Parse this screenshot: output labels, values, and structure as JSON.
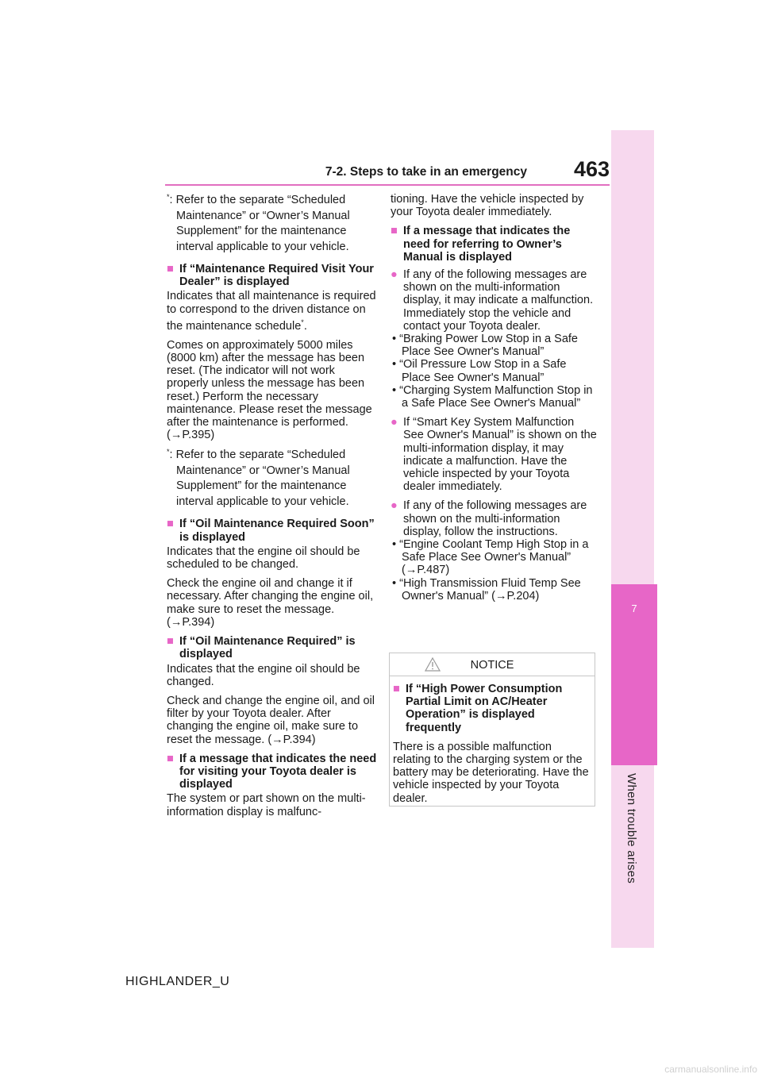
{
  "header": {
    "section": "7-2. Steps to take in an emergency",
    "page_number": "463"
  },
  "sidebar": {
    "chapter_number": "7",
    "chapter_title": "When trouble arises"
  },
  "left": {
    "footnote1": ": Refer to the separate “Scheduled Maintenance” or “Owner’s Manual Supplement” for the maintenance interval applicable to your vehicle.",
    "h1": "If “Maintenance Required Visit Your Dealer” is displayed",
    "p1a": "Indicates that all maintenance is required to correspond to the driven distance on the maintenance schedule",
    "p1b": ".",
    "p2": "Comes on approximately 5000 miles (8000 km) after the message has been reset. (The indicator will not work properly unless the message has been reset.) Perform the necessary maintenance. Please reset the message after the maintenance is performed. (→P.395)",
    "footnote2": ": Refer to the separate “Scheduled Maintenance” or “Owner’s Manual Supplement” for the maintenance interval applicable to your vehicle.",
    "h2": "If “Oil Maintenance Required Soon” is displayed",
    "p3": "Indicates that the engine oil should be scheduled to be changed.",
    "p4": "Check the engine oil and change it if necessary. After changing the engine oil, make sure to reset the message. (→P.394)",
    "h3": "If “Oil Maintenance Required” is displayed",
    "p5": "Indicates that the engine oil should be changed.",
    "p6": "Check and change the engine oil, and oil filter by your Toyota dealer. After changing the engine oil, make sure to reset the message. (→P.394)",
    "h4": "If a message that indicates the need for visiting your Toyota dealer is displayed",
    "p7": "The system or part shown on the multi-information display is malfunc-"
  },
  "right": {
    "p1": "tioning. Have the vehicle inspected by your Toyota dealer immediately.",
    "h1": "If a message that indicates the need for referring to Owner’s Manual is displayed",
    "b1": "If any of the following messages are shown on the multi-information display, it may indicate a malfunction. Immediately stop the vehicle and contact your Toyota dealer.",
    "d1": "“Braking Power Low Stop in a Safe Place See Owner's Manual”",
    "d2": "“Oil Pressure Low Stop in a Safe Place See Owner's Manual”",
    "d3": "“Charging System Malfunction Stop in a Safe Place See Owner's Manual”",
    "b2": "If “Smart Key System Malfunction See Owner's Manual” is shown on the multi-information display, it may indicate a malfunction. Have the vehicle inspected by your Toyota dealer immediately.",
    "b3": "If any of the following messages are shown on the multi-information display, follow the instructions.",
    "d4": "“Engine Coolant Temp High Stop in a Safe Place See Owner's Manual” (→P.487)",
    "d5": "“High Transmission Fluid Temp See Owner's Manual” (→P.204)"
  },
  "notice": {
    "title": "NOTICE",
    "heading": "If “High Power Consumption Partial Limit on AC/Heater Operation” is displayed frequently",
    "body": "There is a possible malfunction relating to the charging system or the battery may be deteriorating. Have the vehicle inspected by your Toyota dealer."
  },
  "symbols": {
    "asterisk": "*",
    "square": "■",
    "bullet": "●",
    "dash": "•"
  },
  "footer": {
    "model": "HIGHLANDER_U",
    "watermark": "carmanualsonline.info"
  },
  "colors": {
    "accent": "#e766c7",
    "sidebar_light": "#f7d8ee"
  }
}
